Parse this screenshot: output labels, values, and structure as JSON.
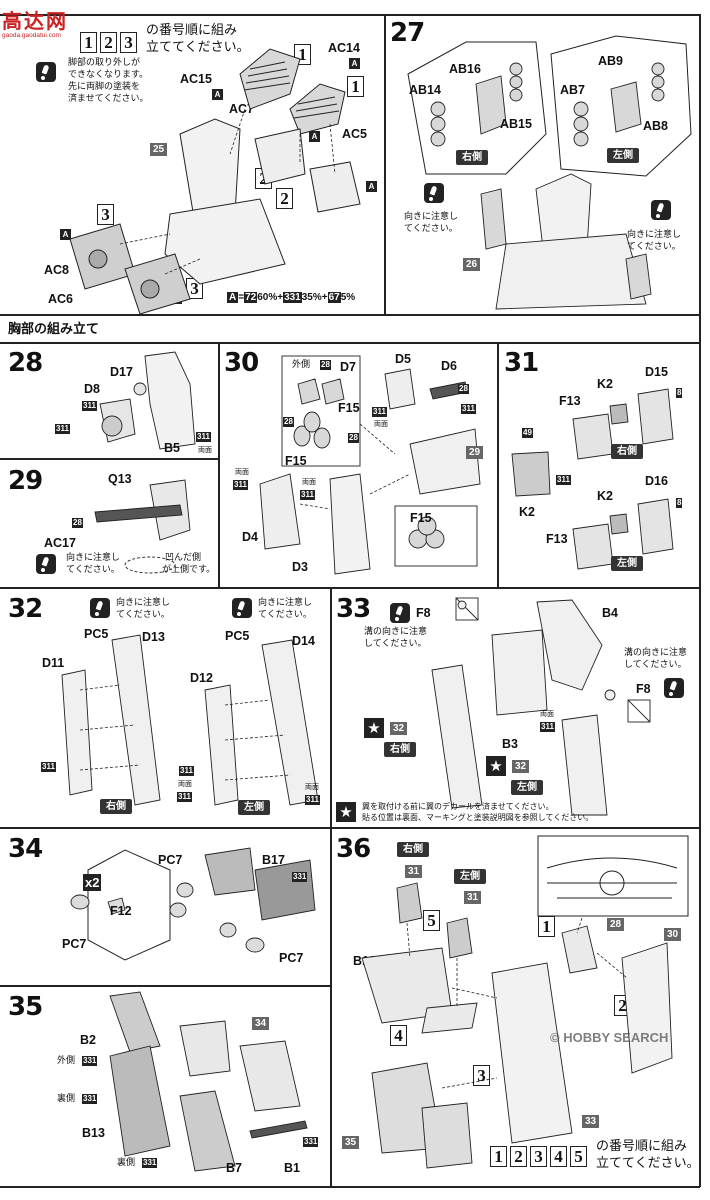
{
  "header": {
    "watermark": "高达网",
    "watermark_sub": "gaoda.gaodatui.com"
  },
  "section_title": "胸部の組み立て",
  "footer": {
    "watermark": "© HOBBY SEARCH"
  },
  "colors": {
    "line": "#222222",
    "fill_grey": "#d8d8d8",
    "dark": "#333333"
  },
  "icons": [
    "caution-icon",
    "star-icon",
    "no-entry-icon"
  ],
  "step26": {
    "order_boxes": [
      "1",
      "2",
      "3"
    ],
    "order_text_1": "の番号順に組み",
    "order_text_2": "立ててください。",
    "note_1": "脚部の取り外しが",
    "note_2": "できなくなります。",
    "note_3": "先に両脚の塗装を",
    "note_4": "済ませてください。",
    "labels": {
      "ac15": "AC15",
      "ac14": "AC14",
      "ac7": "AC7",
      "ac5": "AC5",
      "ac8": "AC8",
      "ac6": "AC6"
    },
    "ref_25": "25",
    "tag_a": "A",
    "nums": {
      "n1": "1",
      "n2": "2",
      "n3": "3"
    },
    "mix_a": "A",
    "mix_eq": "=",
    "mix_c1": "72",
    "mix_p1": "60%+",
    "mix_c2": "331",
    "mix_p2": "35%+",
    "mix_c3": "67",
    "mix_p3": "5%"
  },
  "step27": {
    "num": "27",
    "labels": {
      "ab16": "AB16",
      "ab14": "AB14",
      "ab15": "AB15",
      "ab9": "AB9",
      "ab7": "AB7",
      "ab8": "AB8"
    },
    "right_side": "右側",
    "left_side": "左側",
    "note_l1": "向きに注意し",
    "note_l2": "てください。",
    "note_r1": "向きに注意し",
    "note_r2": "てください。",
    "ref_26": "26"
  },
  "step28": {
    "num": "28",
    "d17": "D17",
    "d8": "D8",
    "b5": "B5",
    "c311": "311",
    "both": "両面"
  },
  "step29": {
    "num": "29",
    "q13": "Q13",
    "ac17": "AC17",
    "c28": "28",
    "note_1": "向きに注意し",
    "note_2": "てください。",
    "note_3": "凹んだ側",
    "note_4": "が上側です。"
  },
  "step30": {
    "num": "30",
    "outer": "外側",
    "c28": "28",
    "d7": "D7",
    "d5": "D5",
    "d6": "D6",
    "f15": "F15",
    "d4": "D4",
    "d3": "D3",
    "c311": "311",
    "both": "両面",
    "ref_29": "29"
  },
  "step31": {
    "num": "31",
    "d15": "D15",
    "k2": "K2",
    "f13": "F13",
    "c8": "8",
    "c49": "49",
    "c311": "311",
    "d16": "D16",
    "right_side": "右側",
    "left_side": "左側"
  },
  "step32": {
    "num": "32",
    "note_1": "向きに注意し",
    "note_2": "てください。",
    "pc5": "PC5",
    "d13": "D13",
    "d14": "D14",
    "d11": "D11",
    "d12": "D12",
    "c311": "311",
    "both": "両面",
    "right_side": "右側",
    "left_side": "左側"
  },
  "step33": {
    "num": "33",
    "f8": "F8",
    "b4": "B4",
    "note_l1": "溝の向きに注意",
    "note_l2": "してください。",
    "note_r1": "溝の向きに注意",
    "note_r2": "してください。",
    "ref_32": "32",
    "b3": "B3",
    "c311": "311",
    "both": "両面",
    "right_side": "右側",
    "left_side": "左側",
    "decal_1": "翼を取付ける前に翼のデカールを済ませてください。",
    "decal_2": "貼る位置は裏面、マーキングと塗装説明図を参照してください。"
  },
  "step34": {
    "num": "34",
    "x2": "x2",
    "pc7": "PC7",
    "b17": "B17",
    "c331": "331",
    "f12": "F12"
  },
  "step35": {
    "num": "35",
    "b2": "B2",
    "outer": "外側",
    "inner": "裏側",
    "c331": "331",
    "ref_34": "34",
    "b13": "B13",
    "b7": "B7",
    "b1": "B1"
  },
  "step36": {
    "num": "36",
    "right_side": "右側",
    "left_side": "左側",
    "ref_31": "31",
    "ref_28": "28",
    "ref_30": "30",
    "ref_33": "33",
    "ref_35": "35",
    "b12": "B12",
    "order_boxes": [
      "1",
      "2",
      "3",
      "4",
      "5"
    ],
    "order_text_1": "の番号順に組み",
    "order_text_2": "立ててください。",
    "nums": {
      "n1": "1",
      "n2": "2",
      "n3": "3",
      "n4": "4",
      "n5": "5"
    }
  }
}
